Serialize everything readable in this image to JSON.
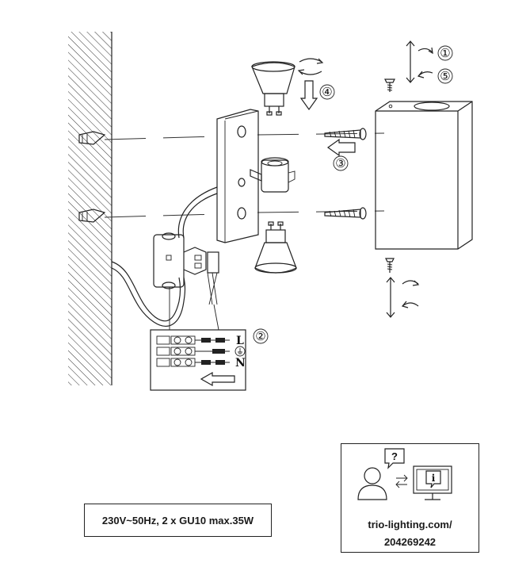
{
  "steps": [
    "①",
    "②",
    "③",
    "④",
    "⑤"
  ],
  "terminals": {
    "live": "L",
    "neutral": "N"
  },
  "icons": [
    "question-icon",
    "info-icon",
    "exchange-arrows-icon",
    "person-icon",
    "monitor-icon"
  ],
  "spec_text": "230V~50Hz, 2 x GU10 max.35W",
  "info_url": "trio-lighting.com/",
  "info_id": "204269242"
}
